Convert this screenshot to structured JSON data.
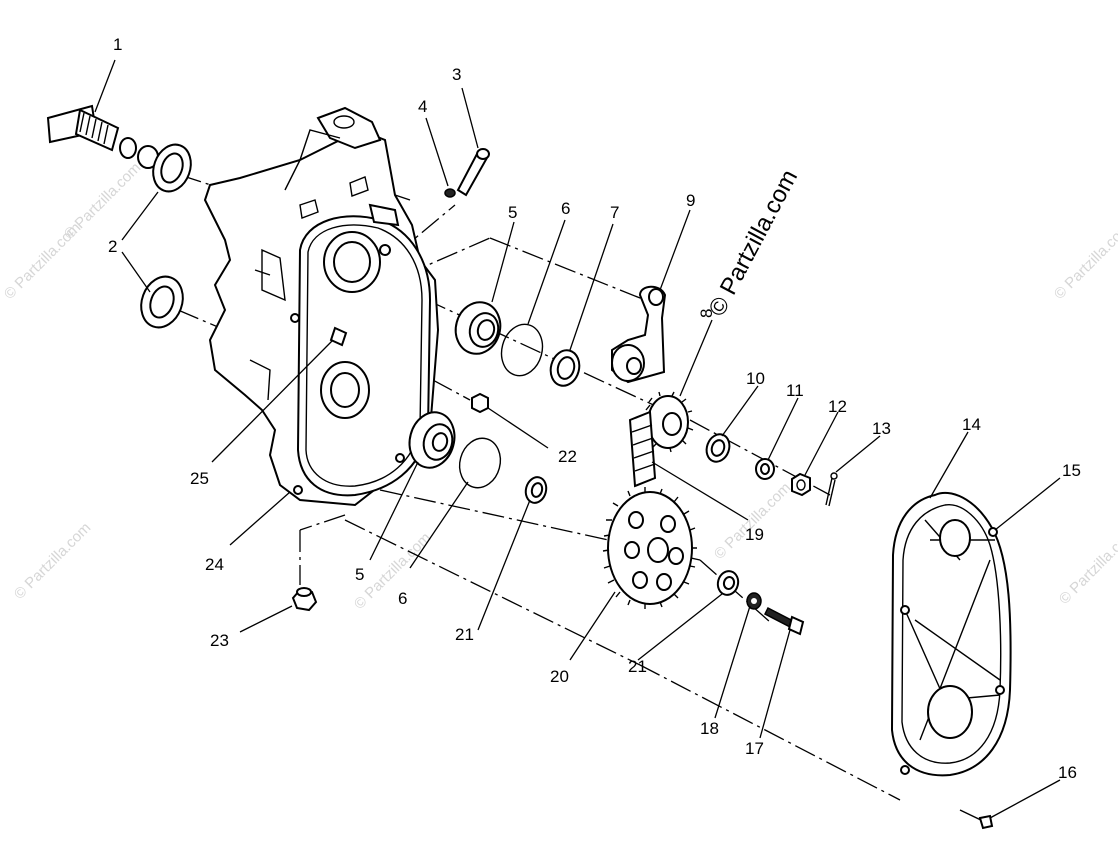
{
  "watermark": {
    "main_text": "© Partzilla.com",
    "repeat_text": "© Partzilla.com"
  },
  "callouts": {
    "c1": "1",
    "c2": "2",
    "c3": "3",
    "c4": "4",
    "c5a": "5",
    "c5b": "5",
    "c6a": "6",
    "c6b": "6",
    "c7": "7",
    "c8": "8",
    "c9": "9",
    "c10": "10",
    "c11": "11",
    "c12": "12",
    "c13": "13",
    "c14": "14",
    "c15": "15",
    "c16": "16",
    "c17": "17",
    "c18": "18",
    "c19": "19",
    "c20": "20",
    "c21a": "21",
    "c21b": "21",
    "c22": "22",
    "c23": "23",
    "c24": "24",
    "c25": "25"
  },
  "icons": {
    "shaft": "splined-shaft-icon",
    "case": "chaincase-housing-icon",
    "cover": "chaincase-cover-icon",
    "sprocket": "sprocket-icon",
    "bearing": "bearing-icon"
  }
}
